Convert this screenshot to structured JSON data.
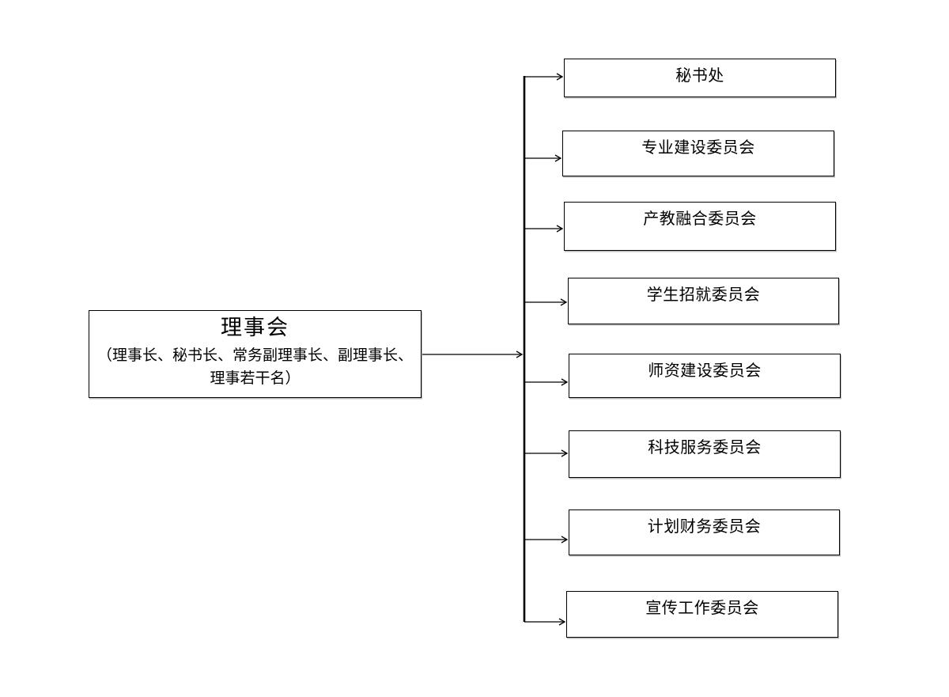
{
  "page": {
    "background_color": "#ffffff",
    "line_color": "#000000",
    "text_color": "#000000"
  },
  "chart_data": {
    "type": "org-chart",
    "root": {
      "title": "理事会",
      "subtitle": "（理事长、秘书长、常务副理事长、副理事长、理事若干名）"
    },
    "children": [
      {
        "label": "秘书处"
      },
      {
        "label": "专业建设委员会"
      },
      {
        "label": "产教融合委员会"
      },
      {
        "label": "学生招就委员会"
      },
      {
        "label": "师资建设委员会"
      },
      {
        "label": "科技服务委员会"
      },
      {
        "label": "计划财务委员会"
      },
      {
        "label": "宣传工作委员会"
      }
    ],
    "layout_hint": "root box on left connects with arrow to a vertical trunk; trunk branches with right-pointing arrows into 8 stacked committee boxes"
  }
}
